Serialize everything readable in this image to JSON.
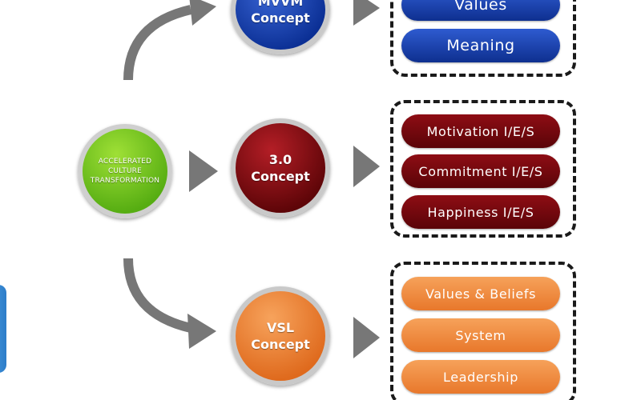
{
  "colors": {
    "arrow": "#777777",
    "blue": "#123a9f",
    "red": "#6e0a0f",
    "orange": "#ee8a3c",
    "green": "#7cc623",
    "border": "#1a1a1a"
  },
  "root": {
    "label": "ACCELERATED\nCULTURE\nTRANSFORMATION"
  },
  "concepts": [
    {
      "label": "MVVM\nConcept",
      "color": "blue"
    },
    {
      "label": "3.0\nConcept",
      "color": "red"
    },
    {
      "label": "VSL\nConcept",
      "color": "orange"
    }
  ],
  "groups": [
    {
      "items": [
        "Values",
        "Meaning"
      ]
    },
    {
      "items": [
        "Motivation I/E/S",
        "Commitment I/E/S",
        "Happiness I/E/S"
      ]
    },
    {
      "items": [
        "Values & Beliefs",
        "System",
        "Leadership"
      ]
    }
  ]
}
